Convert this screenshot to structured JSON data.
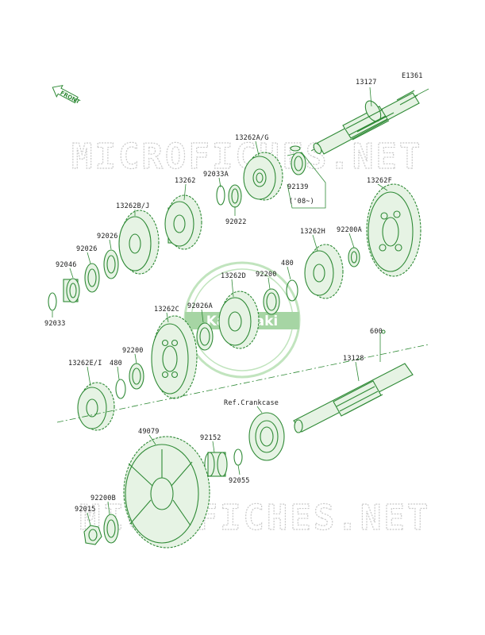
{
  "diagram_code": "E1361",
  "front_label": "FRONT",
  "watermarks": [
    "MICROFICHES.NET",
    "MICROFICHES.NET"
  ],
  "brand_watermark": "Kawasaki",
  "colors": {
    "part_line": "#2f8a36",
    "label": "#1a1a1a",
    "watermark": "#c9c9c9"
  },
  "callouts": [
    "13127",
    "13262A/G",
    "92033A",
    "13262",
    "92139",
    "('08~)",
    "92022",
    "13262F",
    "13262B/J",
    "92026",
    "92026",
    "13262H",
    "92200A",
    "92046",
    "480",
    "13262D",
    "92200",
    "92033",
    "13262C",
    "92026A",
    "600",
    "92200",
    "480",
    "13128",
    "13262E/I",
    "Ref.Crankcase",
    "49079",
    "92152",
    "92055",
    "92200B",
    "92015"
  ]
}
